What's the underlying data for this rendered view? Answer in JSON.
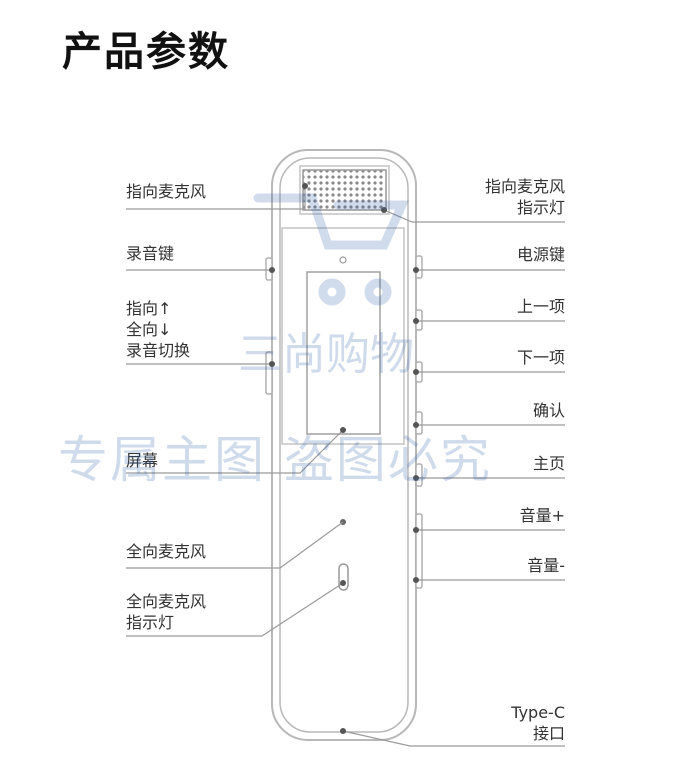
{
  "title": "产品参数",
  "labels": {
    "directional_mic": "指向麦克风",
    "directional_mic_indicator": [
      "指向麦克风",
      "指示灯"
    ],
    "record_key": "录音键",
    "power_key": "电源键",
    "mode_switch": [
      "指向↑",
      "全向↓",
      "录音切换"
    ],
    "prev_item": "上一项",
    "next_item": "下一项",
    "confirm": "确认",
    "screen": "屏幕",
    "home": "主页",
    "omni_mic": "全向麦克风",
    "volume_up": "音量+",
    "volume_down": "音量-",
    "omni_mic_indicator": [
      "全向麦克风",
      "指示灯"
    ],
    "type_c_port": [
      "Type-C",
      "接口"
    ]
  },
  "watermarks": {
    "shop": "三尚购物",
    "notice": "专属主图  盗图必究"
  },
  "colors": {
    "line": "#9a9a9a",
    "device_outline": "#b8b8b8",
    "watermark": "#2a5aa8"
  }
}
